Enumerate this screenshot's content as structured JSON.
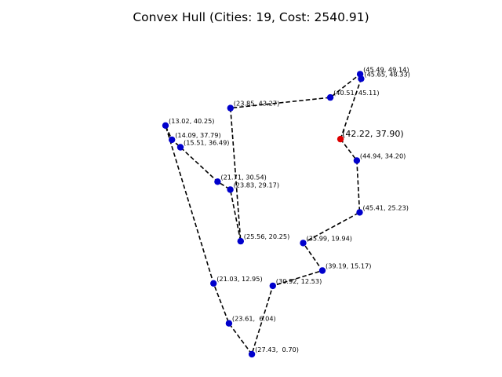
{
  "chart_data": {
    "type": "scatter",
    "title": "Convex Hull (Cities: 19, Cost: 2540.91)",
    "xlabel": "",
    "ylabel": "",
    "axes_visible": false,
    "grid": false,
    "colors": {
      "city": "#0000cc",
      "start": "#dd0000",
      "route": "#000000"
    },
    "start_point": {
      "x": 42.22,
      "y": 37.9,
      "label": "(42.22, 37.90)"
    },
    "points": [
      {
        "x": 42.22,
        "y": 37.9,
        "label": "(42.22, 37.90)"
      },
      {
        "x": 45.65,
        "y": 48.33,
        "label": "(45.65, 48.33)"
      },
      {
        "x": 45.49,
        "y": 49.14,
        "label": "(45.49, 49.14)"
      },
      {
        "x": 40.51,
        "y": 45.11,
        "label": "(40.51, 45.11)"
      },
      {
        "x": 23.85,
        "y": 43.27,
        "label": "(23.85, 43.27)"
      },
      {
        "x": 25.56,
        "y": 20.25,
        "label": "(25.56, 20.25)"
      },
      {
        "x": 23.83,
        "y": 29.17,
        "label": "(23.83, 29.17)"
      },
      {
        "x": 21.71,
        "y": 30.54,
        "label": "(21.71, 30.54)"
      },
      {
        "x": 15.51,
        "y": 36.49,
        "label": "(15.51, 36.49)"
      },
      {
        "x": 14.09,
        "y": 37.79,
        "label": "(14.09, 37.79)"
      },
      {
        "x": 13.02,
        "y": 40.25,
        "label": "(13.02, 40.25)"
      },
      {
        "x": 21.03,
        "y": 12.95,
        "label": "(21.03, 12.95)"
      },
      {
        "x": 23.61,
        "y": 6.04,
        "label": "(23.61,  6.04)"
      },
      {
        "x": 27.43,
        "y": 0.7,
        "label": "(27.43,  0.70)"
      },
      {
        "x": 30.92,
        "y": 12.53,
        "label": "(30.92, 12.53)"
      },
      {
        "x": 39.19,
        "y": 15.17,
        "label": "(39.19, 15.17)"
      },
      {
        "x": 35.99,
        "y": 19.94,
        "label": "(35.99, 19.94)"
      },
      {
        "x": 45.41,
        "y": 25.23,
        "label": "(45.41, 25.23)"
      },
      {
        "x": 44.94,
        "y": 34.2,
        "label": "(44.94, 34.20)"
      }
    ]
  }
}
